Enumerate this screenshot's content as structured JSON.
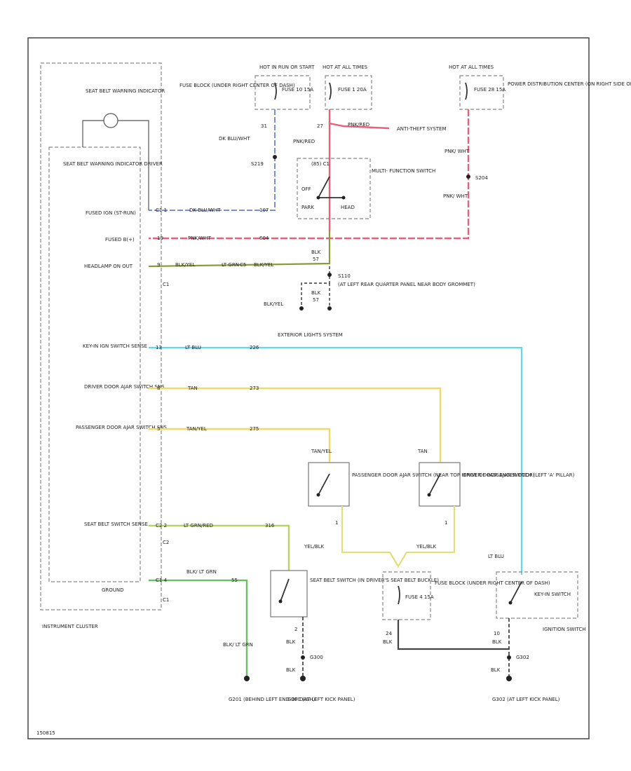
{
  "labels": {
    "fuse_top_left_hdr": "HOT IN RUN OR START",
    "fuse_top_mid_hdr": "HOT AT ALL TIMES",
    "fuse_top_right_hdr": "HOT AT ALL TIMES",
    "fuse_block_left": "FUSE BLOCK (UNDER RIGHT CENTER OF DASH)",
    "fuse_10": "FUSE 10 15A",
    "fuse_1": "FUSE 1 20A",
    "fuse_28": "FUSE 28 15A",
    "power_dist": "POWER DISTRIBUTION CENTER (ON RIGHT SIDE OF ENGINE COMPT)",
    "seat_belt_warning_indicator": "SEAT BELT WARNING INDICATOR",
    "seat_belt_warning_driver": "SEAT BELT WARNING INDICATOR DRIVER",
    "wire_31": "31",
    "wire_dkblu": "DK BLU/WHT",
    "splice_s219": "S219",
    "wire_27": "27",
    "wire_pnkred": "PNK/RED",
    "pnkred_horiz": "PNK/RED",
    "anti_theft": "ANTI-THEFT SYSTEM",
    "pnk_wht_1": "PNK/ WHT",
    "pnk_wht_2": "PNK/ WHT",
    "splice_s204": "S204",
    "mfs_off": "OFF",
    "mfs_park": "PARK",
    "mfs_head": "HEAD",
    "mfs_title": "MULTI- FUNCTION SWITCH",
    "mfs_pin_top": "(85) C1",
    "fused_ign": "FUSED IGN (ST-RUN)",
    "fused_ign_pin": "C1 1",
    "fused_ign_wire": "DK BLU/WHT",
    "fused_ign_num": "107",
    "fused_bplus": "FUSED B(+)",
    "fused_bplus_pin": "10",
    "fused_bplus_wire": "PNK/WHT",
    "fused_bplus_num": "604",
    "headlamp": "HEADLAMP ON OUT",
    "headlamp_pin": "9",
    "headlamp_wire": "BLK/YEL",
    "headlamp_ltgrn": "LT GRN",
    "headlamp_c5": "C5",
    "headlamp_blkyel2": "BLK/YEL",
    "connector_c1": "C1",
    "blk_a": "BLK",
    "blk_a_num": "57",
    "splice_s110": "S110",
    "splice_s110_loc": "(AT LEFT REAR QUARTER PANEL NEAR BODY GROMMET)",
    "blkyel_lower": "BLK/YEL",
    "blk_b": "BLK",
    "blk_b_num": "57",
    "ext_lights": "EXTERIOR LIGHTS SYSTEM",
    "key_in_ign": "KEY-IN IGN SWITCH SENSE",
    "key_in_pin": "13",
    "key_in_wire": "LT BLU",
    "key_in_num": "226",
    "driver_door": "DRIVER DOOR AJAR SWITCH SNS",
    "driver_door_pin": "8",
    "driver_door_wire": "TAN",
    "driver_door_num": "273",
    "pass_door": "PASSENGER DOOR AJAR SWITCH SNS",
    "pass_door_pin": "5",
    "pass_door_wire": "TAN/YEL",
    "pass_door_num": "275",
    "tan_yel_v": "TAN/YEL",
    "tan_v": "TAN",
    "pass_switch": "PASSENGER DOOR AJAR SWITCH (NEAR TOP HINGE OF PASSENGER DOOR)",
    "pass_switch_pin": "1",
    "driver_switch": "DRIVER DOOR AJAR SWITCH (LEFT 'A' PILLAR)",
    "driver_switch_pin": "1",
    "seat_belt_sense": "SEAT BELT SWITCH SENSE",
    "seat_belt_pin": "C2 2",
    "seat_belt_wire": "LT GRN/RED",
    "seat_belt_num": "316",
    "connector_c2": "C2",
    "ground_label": "GROUND",
    "ground_pin": "C1 4",
    "ground_wire": "BLK/ LT GRN",
    "ground_num": "55",
    "connector_c1b": "C1",
    "ltblu_v": "LT BLU",
    "yel_blk_l": "YEL/BLK",
    "yel_blk_r": "YEL/BLK",
    "seat_belt_switch": "SEAT BELT SWITCH (IN DRIVER'S SEAT BELT BUCKLE)",
    "sb_pin": "2",
    "fuse_block_lower": "FUSE BLOCK (UNDER RIGHT CENTER OF DASH)",
    "fuse_4": "FUSE 4 15A",
    "key_in_switch": "KEY-IN SWITCH",
    "ignition_switch": "IGNITION SWITCH",
    "blk_mid": "BLK",
    "num_24": "24",
    "blk_24": "BLK",
    "num_10": "10",
    "blk_10": "BLK",
    "g300_mid": "G300",
    "g302_right": "G302",
    "blk_low_mid": "BLK",
    "blk_low_right": "BLK",
    "blk_ltgrn": "BLK/ LT GRN",
    "g201": "G201 (BEHIND LEFT END OF DASH)",
    "g300": "G300 (AT LEFT KICK PANEL)",
    "g302": "G302 (AT LEFT KICK PANEL)",
    "instrument_cluster": "INSTRUMENT CLUSTER",
    "fig_id": "150815"
  },
  "wire_colors": {
    "dk_blu": "#7b8fd8",
    "pnk_red": "#e8607a",
    "lt_blu": "#5fd8ec",
    "tan": "#f0d86a",
    "blk_yel": "#8c9a3a",
    "lt_grn_red": "#b8d266",
    "blk_ltgrn": "#6cc064",
    "yel_blk": "#e0e07a",
    "blk": "#333333"
  }
}
